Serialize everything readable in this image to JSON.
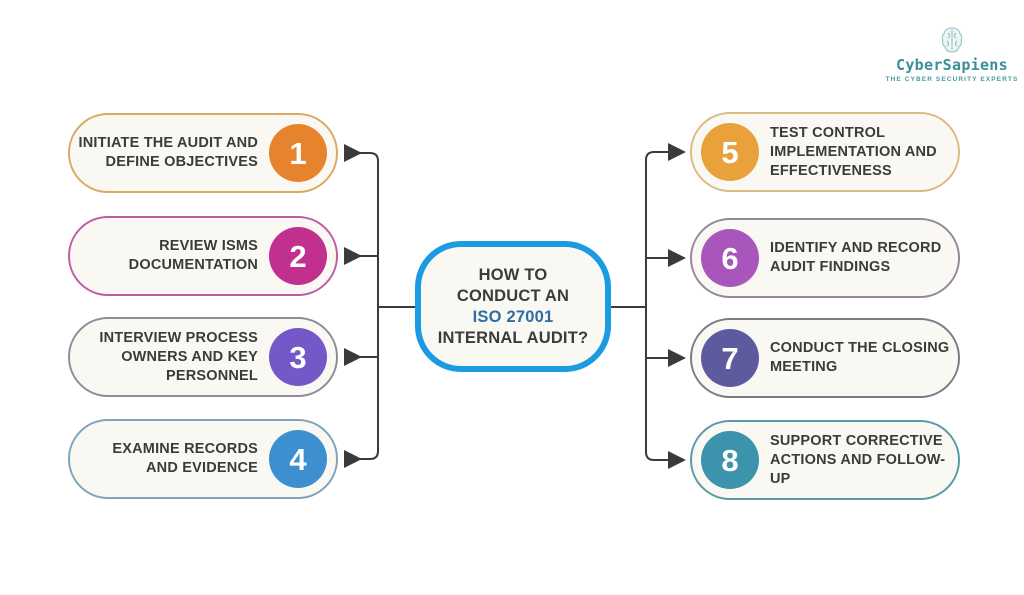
{
  "logo": {
    "name": "CyberSapiens",
    "tagline": "THE CYBER SECURITY EXPERTS",
    "color": "#3A8F96",
    "icon": "brain-icon"
  },
  "center": {
    "line1": "HOW TO",
    "line2": "CONDUCT AN",
    "line3": "ISO 27001",
    "line4": "INTERNAL AUDIT?",
    "highlight_color": "#2D6DA4",
    "border_color": "#1B9BE1",
    "background": "#FAF8F2",
    "text_color": "#3B3B3B"
  },
  "steps": [
    {
      "number": "1",
      "title": "INITIATE THE AUDIT AND DEFINE OBJECTIVES",
      "circle_color": "#E8832D",
      "border_color": "#DBA963",
      "side": "left"
    },
    {
      "number": "2",
      "title": "REVIEW ISMS DOCUMENTATION",
      "circle_color": "#C2308F",
      "border_color": "#BC5EA4",
      "side": "left"
    },
    {
      "number": "3",
      "title": "INTERVIEW PROCESS OWNERS AND KEY PERSONNEL",
      "circle_color": "#7458C8",
      "border_color": "#8E8C96",
      "side": "left"
    },
    {
      "number": "4",
      "title": "EXAMINE RECORDS AND EVIDENCE",
      "circle_color": "#3E8FD0",
      "border_color": "#7FA3BC",
      "side": "left"
    },
    {
      "number": "5",
      "title": "TEST CONTROL IMPLEMENTATION AND EFFECTIVENESS",
      "circle_color": "#E9A23B",
      "border_color": "#DBBC80",
      "side": "right"
    },
    {
      "number": "6",
      "title": "IDENTIFY AND RECORD AUDIT FINDINGS",
      "circle_color": "#A855BC",
      "border_color": "#96879B",
      "side": "right"
    },
    {
      "number": "7",
      "title": "CONDUCT THE CLOSING MEETING",
      "circle_color": "#5D5B9E",
      "border_color": "#7B7B85",
      "side": "right"
    },
    {
      "number": "8",
      "title": "SUPPORT CORRECTIVE ACTIONS AND FOLLOW-UP",
      "circle_color": "#3E93AC",
      "border_color": "#5A99A6",
      "side": "right"
    }
  ],
  "connector": {
    "color": "#3A3A3A"
  }
}
